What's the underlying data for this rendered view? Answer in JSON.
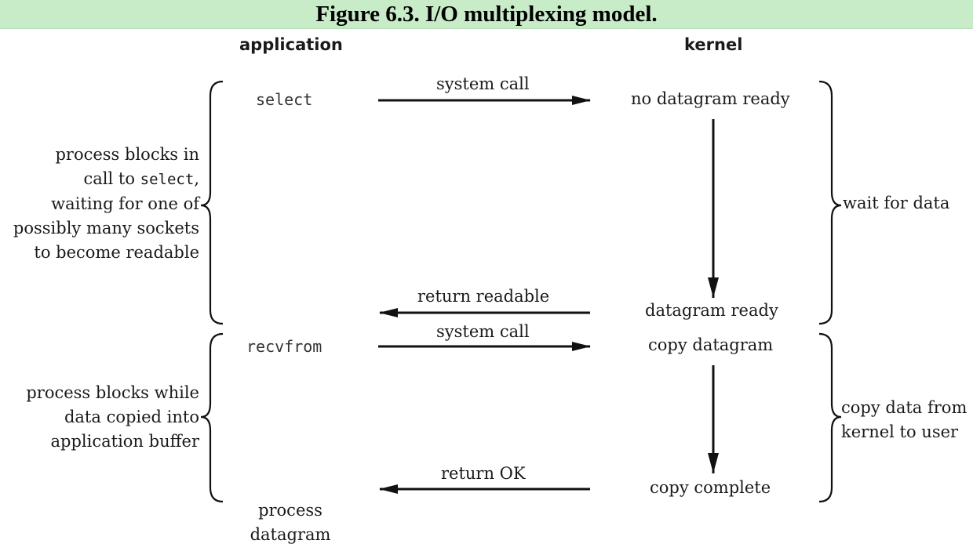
{
  "title": "Figure 6.3. I/O multiplexing model.",
  "columns": {
    "application": "application",
    "kernel": "kernel"
  },
  "app_calls": {
    "select": "select",
    "recvfrom": "recvfrom"
  },
  "arrow_labels": {
    "system_call_1": "system call",
    "return_readable": "return readable",
    "system_call_2": "system call",
    "return_ok": "return OK"
  },
  "kernel_states": {
    "no_datagram_ready": "no datagram ready",
    "datagram_ready": "datagram ready",
    "copy_datagram": "copy datagram",
    "copy_complete": "copy complete"
  },
  "left_notes": {
    "blocks_in_select": {
      "line1": "process blocks in",
      "line2_prefix": "call to ",
      "line2_code": "select",
      "line2_suffix": ",",
      "line3": "waiting for one of",
      "line4": "possibly many sockets",
      "line5": "to become readable"
    },
    "blocks_while_copy": {
      "line1": "process blocks while",
      "line2": "data copied into",
      "line3": "application buffer"
    }
  },
  "right_notes": {
    "wait_for_data": "wait for data",
    "copy_data": {
      "line1": "copy data from",
      "line2": "kernel to user"
    }
  },
  "process_datagram": {
    "line1": "process",
    "line2": "datagram"
  }
}
